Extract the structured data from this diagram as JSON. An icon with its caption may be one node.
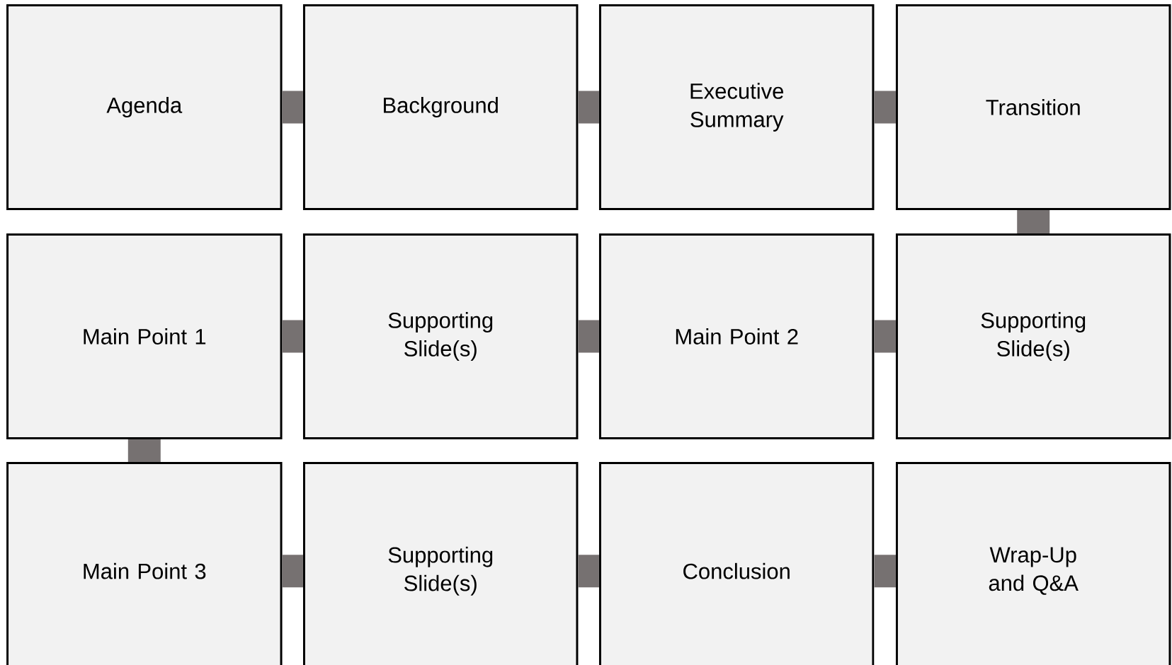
{
  "diagram": {
    "nodes": [
      {
        "text": [
          "Agenda"
        ]
      },
      {
        "text": [
          "Background"
        ]
      },
      {
        "text": [
          "Executive Summary"
        ]
      },
      {
        "text": [
          "Transition"
        ]
      },
      {
        "text": [
          "Main Point 1"
        ]
      },
      {
        "text": [
          "Supporting Slide(s)"
        ]
      },
      {
        "text": [
          "Main Point 2"
        ]
      },
      {
        "text": [
          "Supporting Slide(s)"
        ]
      },
      {
        "text": [
          "Main Point 3"
        ]
      },
      {
        "text": [
          "Supporting Slide(s)"
        ]
      },
      {
        "text": [
          "Conclusion"
        ]
      },
      {
        "text": [
          "Wrap-Up and Q&A"
        ]
      }
    ],
    "edges": [
      {
        "from": 0,
        "to": 1,
        "arrow": "none"
      },
      {
        "from": 1,
        "to": 2,
        "arrow": "none"
      },
      {
        "from": 2,
        "to": 3,
        "arrow": "none"
      },
      {
        "from": 3,
        "to": 7,
        "arrow": "none"
      },
      {
        "from": 7,
        "to": 6,
        "arrow": "none"
      },
      {
        "from": 6,
        "to": 5,
        "arrow": "none"
      },
      {
        "from": 5,
        "to": 4,
        "arrow": "none"
      },
      {
        "from": 4,
        "to": 8,
        "arrow": "none"
      },
      {
        "from": 8,
        "to": 9,
        "arrow": "none"
      },
      {
        "from": 9,
        "to": 10,
        "arrow": "none"
      },
      {
        "from": 10,
        "to": 11,
        "arrow": "none"
      }
    ]
  }
}
